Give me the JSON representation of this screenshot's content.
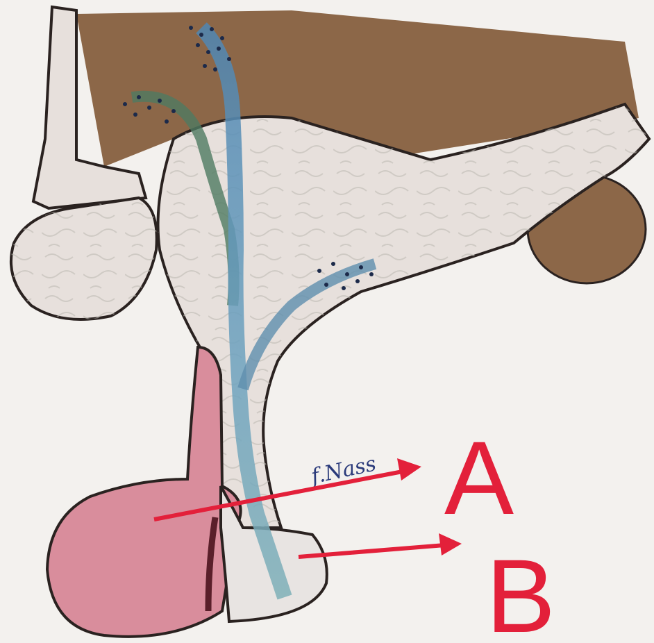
{
  "diagram": {
    "labels": [
      {
        "id": "A",
        "text": "A"
      },
      {
        "id": "B",
        "text": "B"
      }
    ],
    "handwritten_note": "f.Nass",
    "colors": {
      "annotation": "#e3203a",
      "tissue": "#e7e0dc",
      "tissue_outline": "#2a2220",
      "tissue_texture": "#bdbab3",
      "brown": "#8c6748",
      "blue_tract": "#5f8fae",
      "green_tract": "#4f7a62",
      "pink_gland": "#d98d9c",
      "dots": "#1c2a4a"
    }
  }
}
